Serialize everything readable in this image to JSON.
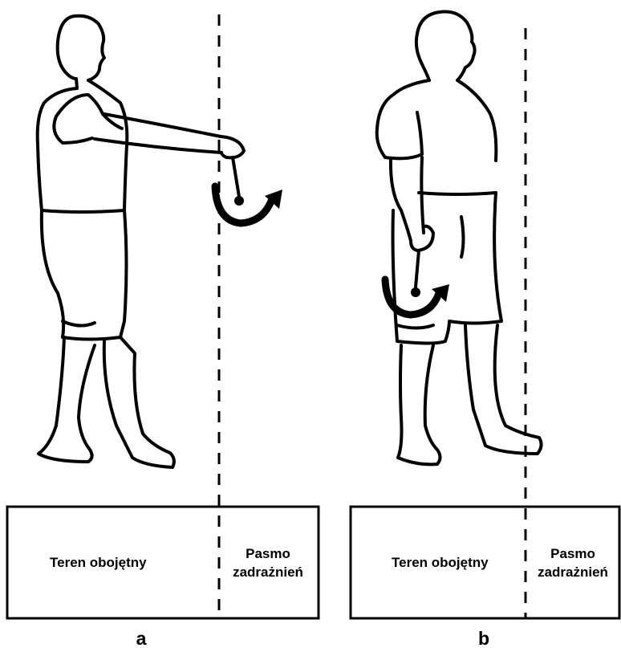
{
  "panels": [
    {
      "letter": "a",
      "neutral_label": "Teren obojętny",
      "zone_label_line1": "Pasmo",
      "zone_label_line2": "zadrażnień"
    },
    {
      "letter": "b",
      "neutral_label": "Teren obojętny",
      "zone_label_line1": "Pasmo",
      "zone_label_line2": "zadrażnień"
    }
  ],
  "icons": {
    "figure_left": "person-holding-pendulum-forward",
    "figure_right": "person-holding-pendulum-at-side",
    "rotation_arrow": "curved-arrow-icon"
  }
}
